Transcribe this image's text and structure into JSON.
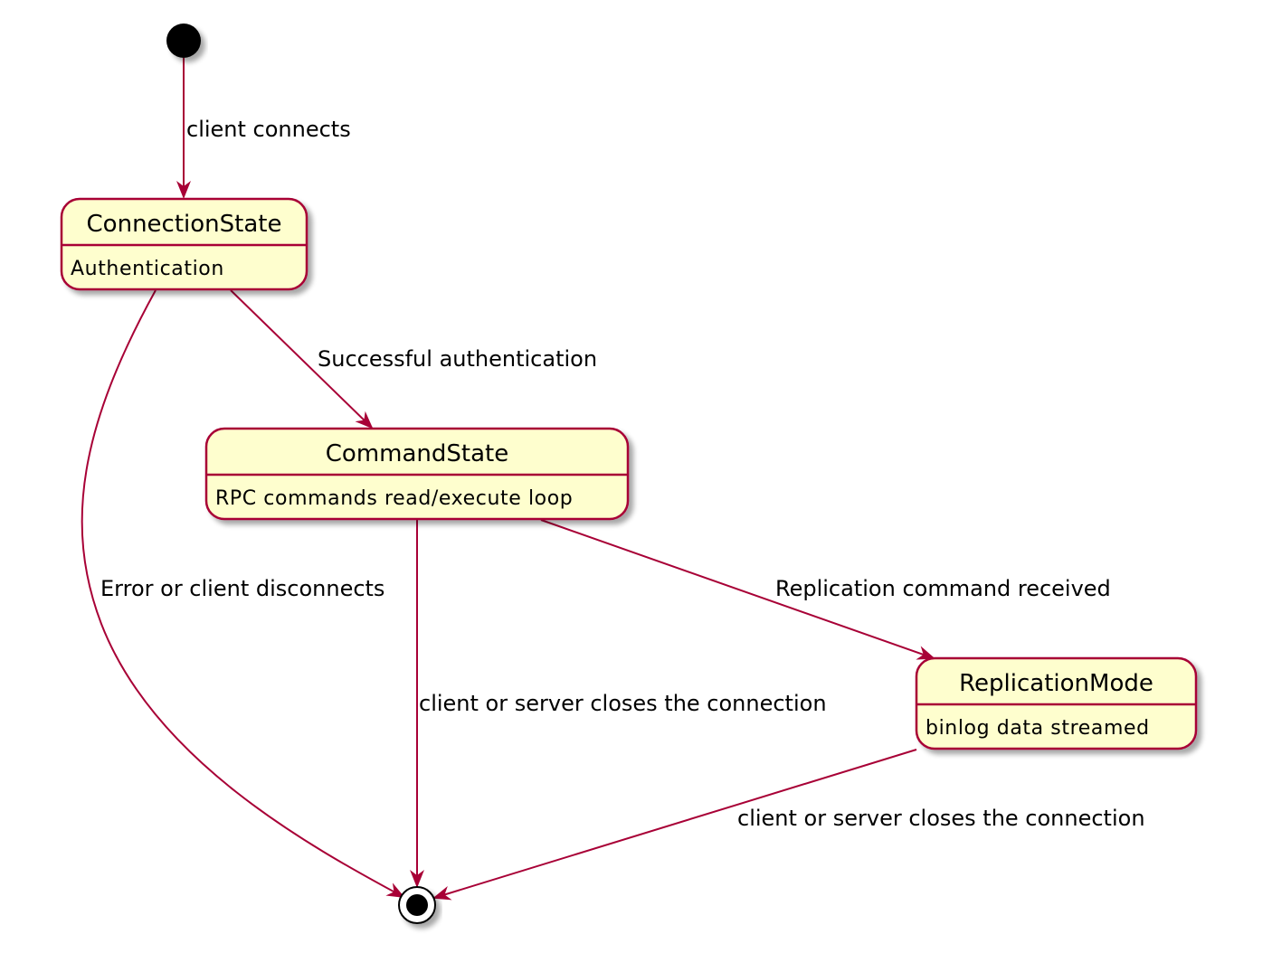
{
  "diagram": {
    "type": "state-machine",
    "colors": {
      "state_fill": "#FEFECE",
      "state_border": "#A80036",
      "edge": "#A80036",
      "node": "#000000"
    },
    "states": {
      "connection": {
        "title": "ConnectionState",
        "description": "Authentication"
      },
      "command": {
        "title": "CommandState",
        "description": "RPC commands read/execute loop"
      },
      "replication": {
        "title": "ReplicationMode",
        "description": "binlog data streamed"
      }
    },
    "transitions": {
      "start_to_connection": {
        "label": "client connects"
      },
      "connection_to_command": {
        "label": "Successful authentication"
      },
      "connection_to_end": {
        "label": "Error or client disconnects"
      },
      "command_to_end": {
        "label": "client or server closes the connection"
      },
      "command_to_replication": {
        "label": "Replication command received"
      },
      "replication_to_end": {
        "label": "client or server closes the connection"
      }
    }
  }
}
